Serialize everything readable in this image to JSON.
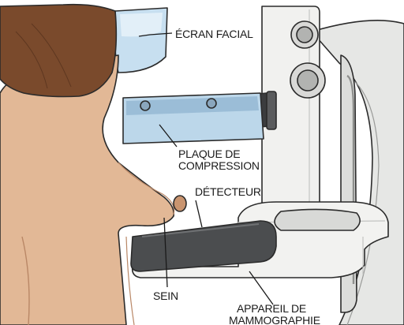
{
  "labels": {
    "face_shield": "ÉCRAN FACIAL",
    "compression_plate": [
      "PLAQUE DE",
      "COMPRESSION"
    ],
    "detector": "DÉTECTEUR",
    "breast": "SEIN",
    "mammography_unit": [
      "APPAREIL DE",
      "MAMMOGRAPHIE"
    ]
  },
  "colors": {
    "skin": "#e2b896",
    "skin_shadow": "#c9946f",
    "hair": "#7a4a2c",
    "machine": "#eeeeec",
    "machine_shadow": "#c9cac8",
    "plate": "#bcd7ea",
    "detector": "#4b4d4f",
    "outline": "#2b2b2b"
  }
}
